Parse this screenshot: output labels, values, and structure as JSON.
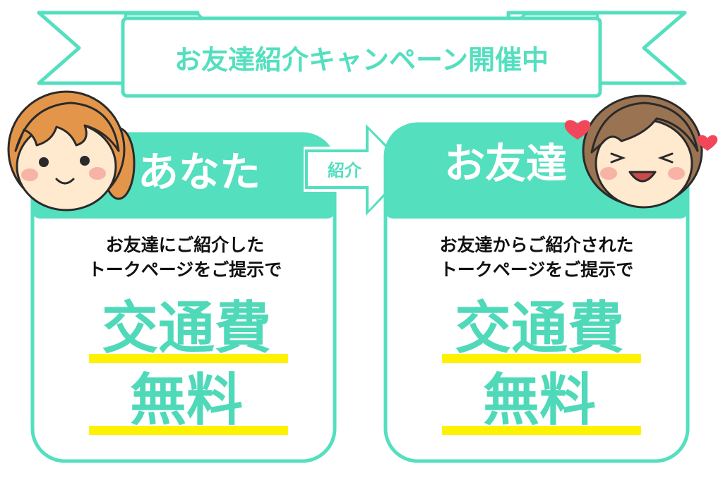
{
  "banner": {
    "title": "お友達紹介キャンペーン開催中"
  },
  "arrow": {
    "label": "紹介"
  },
  "left_card": {
    "heading": "あなた",
    "desc_line1": "お友達にご紹介した",
    "desc_line2": "トークページをご提示で",
    "benefit_line1": "交通費",
    "benefit_line2": "無料"
  },
  "right_card": {
    "heading": "お友達",
    "desc_line1": "お友達からご紹介された",
    "desc_line2": "トークページをご提示で",
    "benefit_line1": "交通費",
    "benefit_line2": "無料"
  },
  "colors": {
    "accent": "#54dfbf",
    "highlight": "#fff200",
    "text": "#111111",
    "benefit_text": "#4fd9b9"
  }
}
